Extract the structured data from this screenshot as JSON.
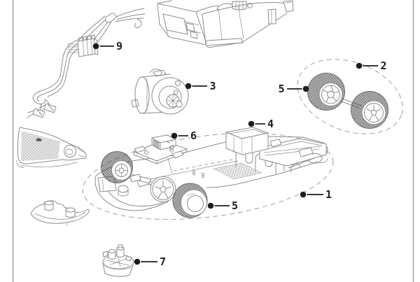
{
  "page": {
    "background": "#ffffff",
    "frame_border_color": "#ababab"
  },
  "diagram": {
    "type": "exploded-parts-diagram",
    "artwork_color": "#8c8c8c",
    "label_color": "#1d1d1d",
    "callouts": [
      {
        "id": "callout-9",
        "number": "9"
      },
      {
        "id": "callout-3",
        "number": "3"
      },
      {
        "id": "callout-2",
        "number": "2"
      },
      {
        "id": "callout-5-axle",
        "number": "5"
      },
      {
        "id": "callout-4",
        "number": "4"
      },
      {
        "id": "callout-6",
        "number": "6"
      },
      {
        "id": "callout-1",
        "number": "1"
      },
      {
        "id": "callout-5-front",
        "number": "5"
      },
      {
        "id": "callout-7",
        "number": "7"
      }
    ]
  }
}
